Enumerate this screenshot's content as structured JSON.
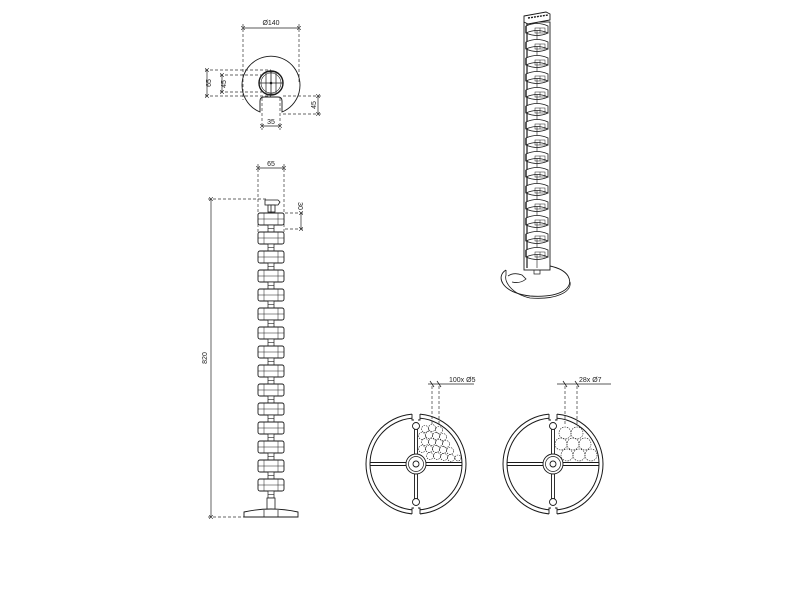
{
  "drawing": {
    "top_view": {
      "diameter_label": "Ø140",
      "outer_height_label": "65",
      "inner_height_label": "45",
      "slot_depth_label": "45",
      "slot_width_label": "35"
    },
    "side_view": {
      "width_label": "65",
      "segment_height_label": "30",
      "total_height_label": "820",
      "segment_count": 15
    },
    "section_small_cables": {
      "cable_label": "100x Ø5"
    },
    "section_large_cables": {
      "cable_label": "28x Ø7"
    },
    "colors": {
      "line": "#1a1a1a",
      "dashed": "#333333",
      "background": "#ffffff"
    }
  }
}
